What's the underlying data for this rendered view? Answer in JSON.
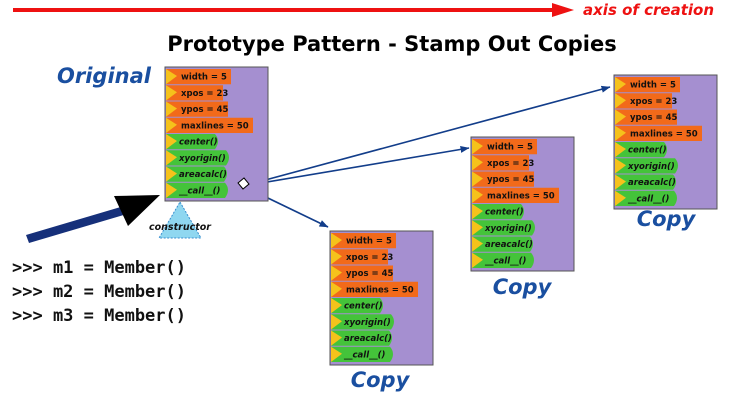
{
  "title": "Prototype Pattern - Stamp Out Copies",
  "axis_label": "axis of creation",
  "original_label": "Original",
  "copy_label": "Copy",
  "constructor_label": "constructor",
  "attributes": [
    "width = 5",
    "xpos = 23",
    "ypos = 45",
    "maxlines = 50"
  ],
  "methods": [
    "center()",
    "xyorigin()",
    "areacalc()",
    "__call__()"
  ],
  "code_lines": [
    ">>> m1 = Member()",
    ">>> m2 = Member()",
    ">>> m3 = Member()"
  ],
  "colors": {
    "axis": "#ee1111",
    "label_blue": "#1a4fa0",
    "arrow_blue": "#123d8a",
    "object_body": "#a58fd0",
    "attribute": "#f26a1a",
    "method": "#44c33a",
    "tab": "#f5c21b",
    "constructor": "#8fd7f0"
  }
}
